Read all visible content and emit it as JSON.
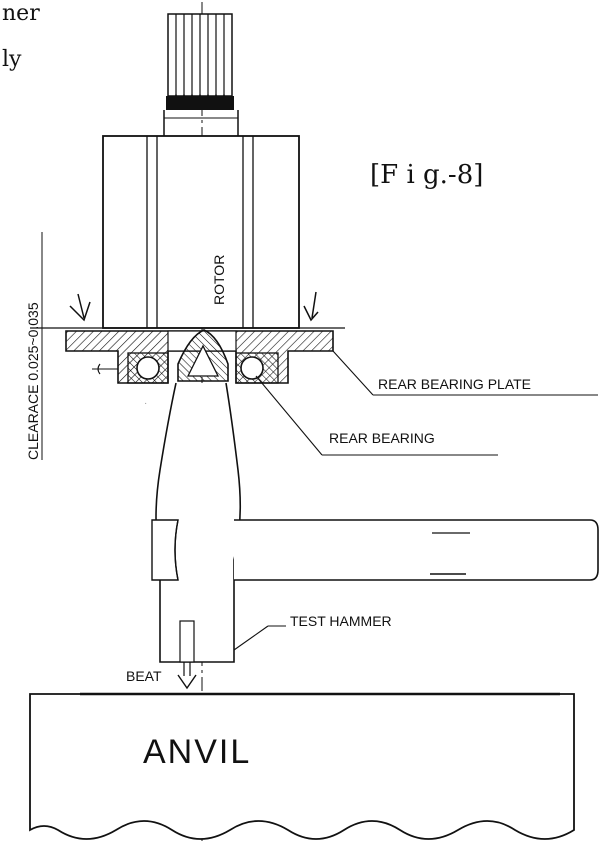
{
  "top_clipped_text": {
    "line1": "ner",
    "line2": "ly"
  },
  "figure_label": "[F i g.-8]",
  "labels": {
    "rotor": "ROTOR",
    "clearance": "CLEARACE 0.025~0.035",
    "rear_bearing_plate": "REAR BEARING PLATE",
    "rear_bearing": "REAR BEARING",
    "test_hammer": "TEST HAMMER",
    "beat": "BEAT",
    "anvil": "ANVIL"
  }
}
